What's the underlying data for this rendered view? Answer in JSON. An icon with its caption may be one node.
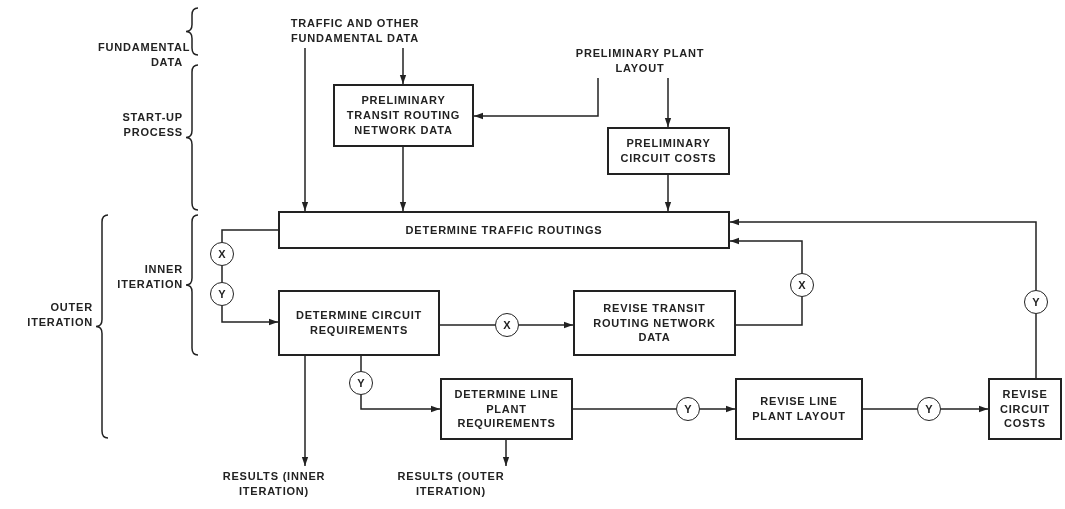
{
  "diagram": {
    "nodes": [
      {
        "text": [
          "TRAFFIC AND OTHER FUNDAMENTAL DATA"
        ]
      },
      {
        "text": [
          "PRELIMINARY PLANT LAYOUT"
        ]
      },
      {
        "text": [
          "PRELIMINARY TRANSIT ROUTING NETWORK DATA"
        ]
      },
      {
        "text": [
          "PRELIMINARY CIRCUIT COSTS"
        ]
      },
      {
        "text": [
          "DETERMINE TRAFFIC ROUTINGS"
        ]
      },
      {
        "text": [
          "X"
        ]
      },
      {
        "text": [
          "Y"
        ]
      },
      {
        "text": [
          "DETERMINE CIRCUIT REQUIREMENTS"
        ]
      },
      {
        "text": [
          "X"
        ]
      },
      {
        "text": [
          "REVISE TRANSIT ROUTING NETWORK DATA"
        ]
      },
      {
        "text": [
          "X"
        ]
      },
      {
        "text": [
          "Y"
        ]
      },
      {
        "text": [
          "DETERMINE LINE PLANT REQUIREMENTS"
        ]
      },
      {
        "text": [
          "Y"
        ]
      },
      {
        "text": [
          "REVISE LINE PLANT LAYOUT"
        ]
      },
      {
        "text": [
          "Y"
        ]
      },
      {
        "text": [
          "REVISE CIRCUIT COSTS"
        ]
      },
      {
        "text": [
          "Y"
        ]
      },
      {
        "text": [
          "RESULTS (INNER ITERATION)"
        ]
      },
      {
        "text": [
          "RESULTS (OUTER ITERATION)"
        ]
      }
    ],
    "edges": [
      {
        "from": 0,
        "to": 4,
        "arrow": "to"
      },
      {
        "from": 0,
        "to": 2,
        "arrow": "to"
      },
      {
        "from": 1,
        "to": 2,
        "arrow": "to"
      },
      {
        "from": 1,
        "to": 3,
        "arrow": "to"
      },
      {
        "from": 2,
        "to": 4,
        "arrow": "to"
      },
      {
        "from": 3,
        "to": 4,
        "arrow": "to"
      },
      {
        "from": 4,
        "to": 5,
        "arrow": "none"
      },
      {
        "from": 5,
        "to": 6,
        "arrow": "none"
      },
      {
        "from": 6,
        "to": 7,
        "arrow": "to"
      },
      {
        "from": 7,
        "to": 8,
        "arrow": "none"
      },
      {
        "from": 8,
        "to": 9,
        "arrow": "to"
      },
      {
        "from": 9,
        "to": 10,
        "arrow": "none"
      },
      {
        "from": 10,
        "to": 4,
        "arrow": "to"
      },
      {
        "from": 7,
        "to": 18,
        "arrow": "to"
      },
      {
        "from": 7,
        "to": 11,
        "arrow": "none"
      },
      {
        "from": 11,
        "to": 12,
        "arrow": "to"
      },
      {
        "from": 12,
        "to": 13,
        "arrow": "none"
      },
      {
        "from": 13,
        "to": 14,
        "arrow": "to"
      },
      {
        "from": 14,
        "to": 15,
        "arrow": "none"
      },
      {
        "from": 15,
        "to": 16,
        "arrow": "to"
      },
      {
        "from": 16,
        "to": 17,
        "arrow": "none"
      },
      {
        "from": 17,
        "to": 4,
        "arrow": "to"
      },
      {
        "from": 12,
        "to": 19,
        "arrow": "to"
      }
    ],
    "labels": [
      "FUNDAMENTAL DATA",
      "START-UP PROCESS",
      "INNER ITERATION",
      "OUTER ITERATION"
    ]
  }
}
